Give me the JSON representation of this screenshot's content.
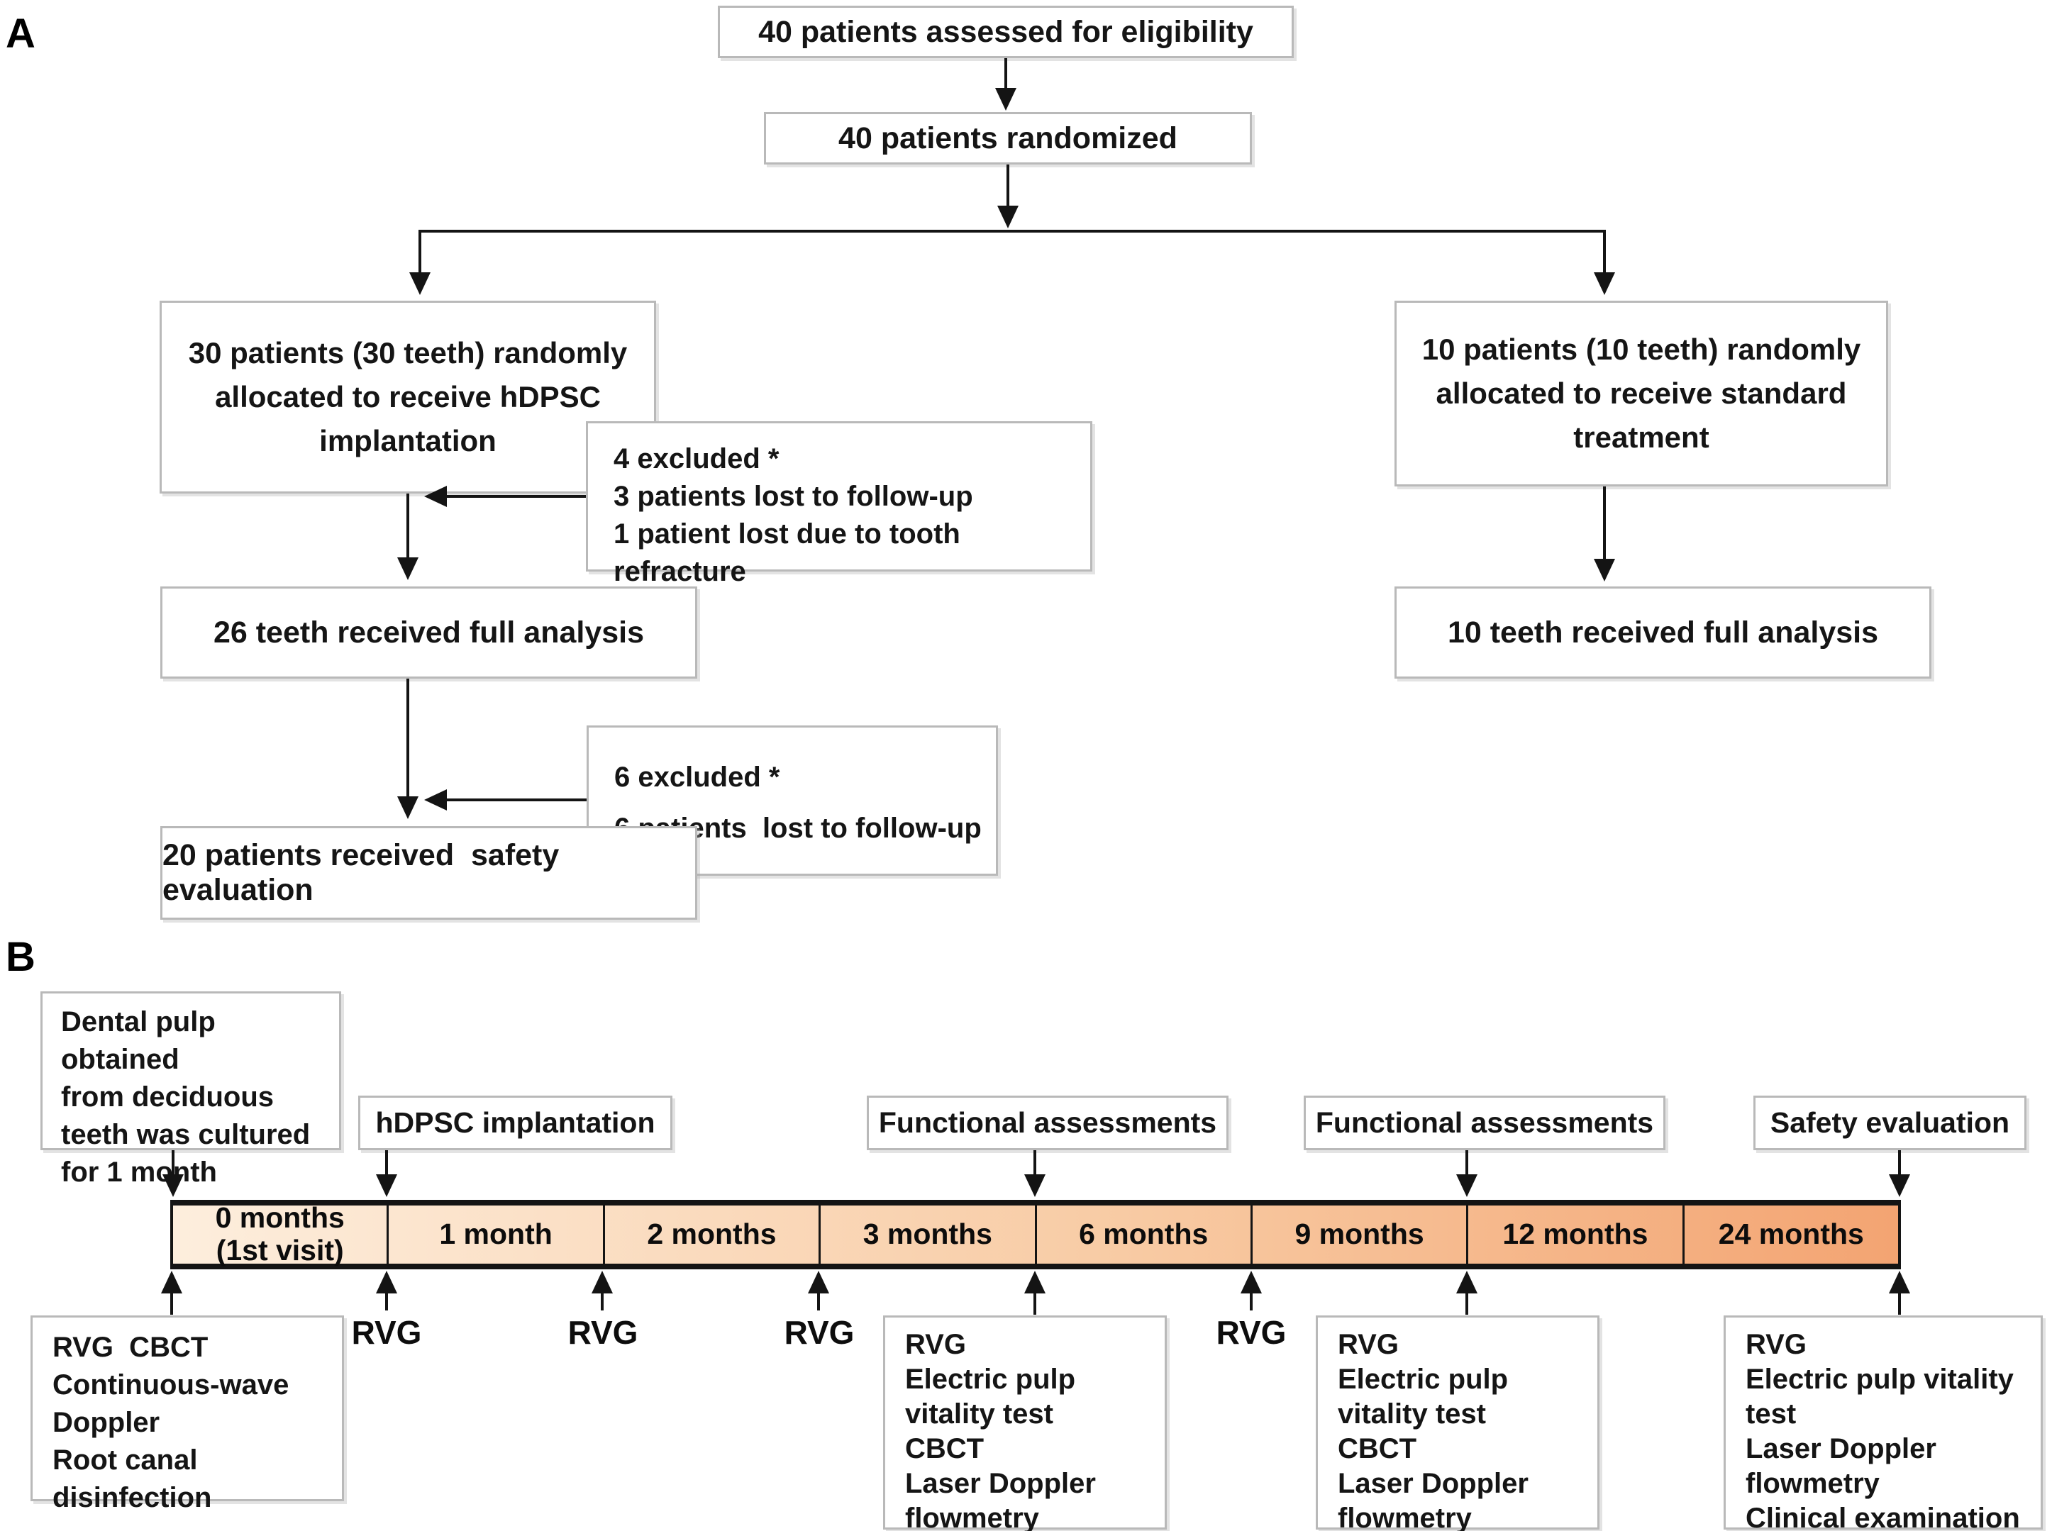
{
  "panel_a": {
    "label": "A",
    "eligibility_box": "40 patients assessed for eligibility",
    "randomized_box": "40 patients randomized",
    "alloc_hdpsc": [
      "30 patients (30 teeth) randomly",
      "allocated to receive hDPSC",
      "implantation"
    ],
    "alloc_standard": [
      "10 patients (10 teeth) randomly",
      "allocated to receive standard",
      "treatment"
    ],
    "excluded_first": [
      "4 excluded *",
      "3 patients lost to follow-up",
      "1 patient lost due to tooth refracture"
    ],
    "full_analysis_hdpsc": "26 teeth received full analysis",
    "full_analysis_standard": "10 teeth received full analysis",
    "excluded_second": [
      "6 excluded *",
      "6 patients  lost to follow-up"
    ],
    "safety_evaluation": "20 patients received  safety evaluation"
  },
  "panel_b": {
    "label": "B",
    "dental_pulp_box": [
      "Dental pulp obtained",
      "from deciduous",
      "teeth was cultured",
      "for 1 month"
    ],
    "hdpsc_implantation_box": "hDPSC implantation",
    "functional_assessments_1": "Functional assessments",
    "functional_assessments_2": "Functional assessments",
    "safety_evaluation_box": "Safety evaluation",
    "segments": [
      [
        "0 months",
        "(1st visit)"
      ],
      [
        "1 month"
      ],
      [
        "2 months"
      ],
      [
        "3 months"
      ],
      [
        "6 months"
      ],
      [
        "9 months"
      ],
      [
        "12 months"
      ],
      [
        "24 months"
      ]
    ],
    "rvg_labels": [
      "RVG",
      "RVG",
      "RVG",
      "RVG"
    ],
    "box_first_visit": [
      "RVG  CBCT",
      "Continuous-wave",
      "Doppler",
      "Root canal",
      "disinfection"
    ],
    "box_6_months": [
      "RVG",
      "Electric pulp",
      "vitality test",
      "CBCT",
      "Laser Doppler",
      "flowmetry"
    ],
    "box_12_months": [
      "RVG",
      "Electric pulp",
      "vitality test",
      "CBCT",
      "Laser Doppler",
      "flowmetry"
    ],
    "box_24_months": [
      "RVG",
      "Electric pulp vitality",
      "test",
      "Laser Doppler",
      "flowmetry",
      "Clinical examination"
    ],
    "colors": {
      "bar_gradient_start": "#fdeedd",
      "bar_gradient_end": "#f3a472",
      "box_border": "#b9b9b9",
      "ink": "#141414"
    }
  }
}
